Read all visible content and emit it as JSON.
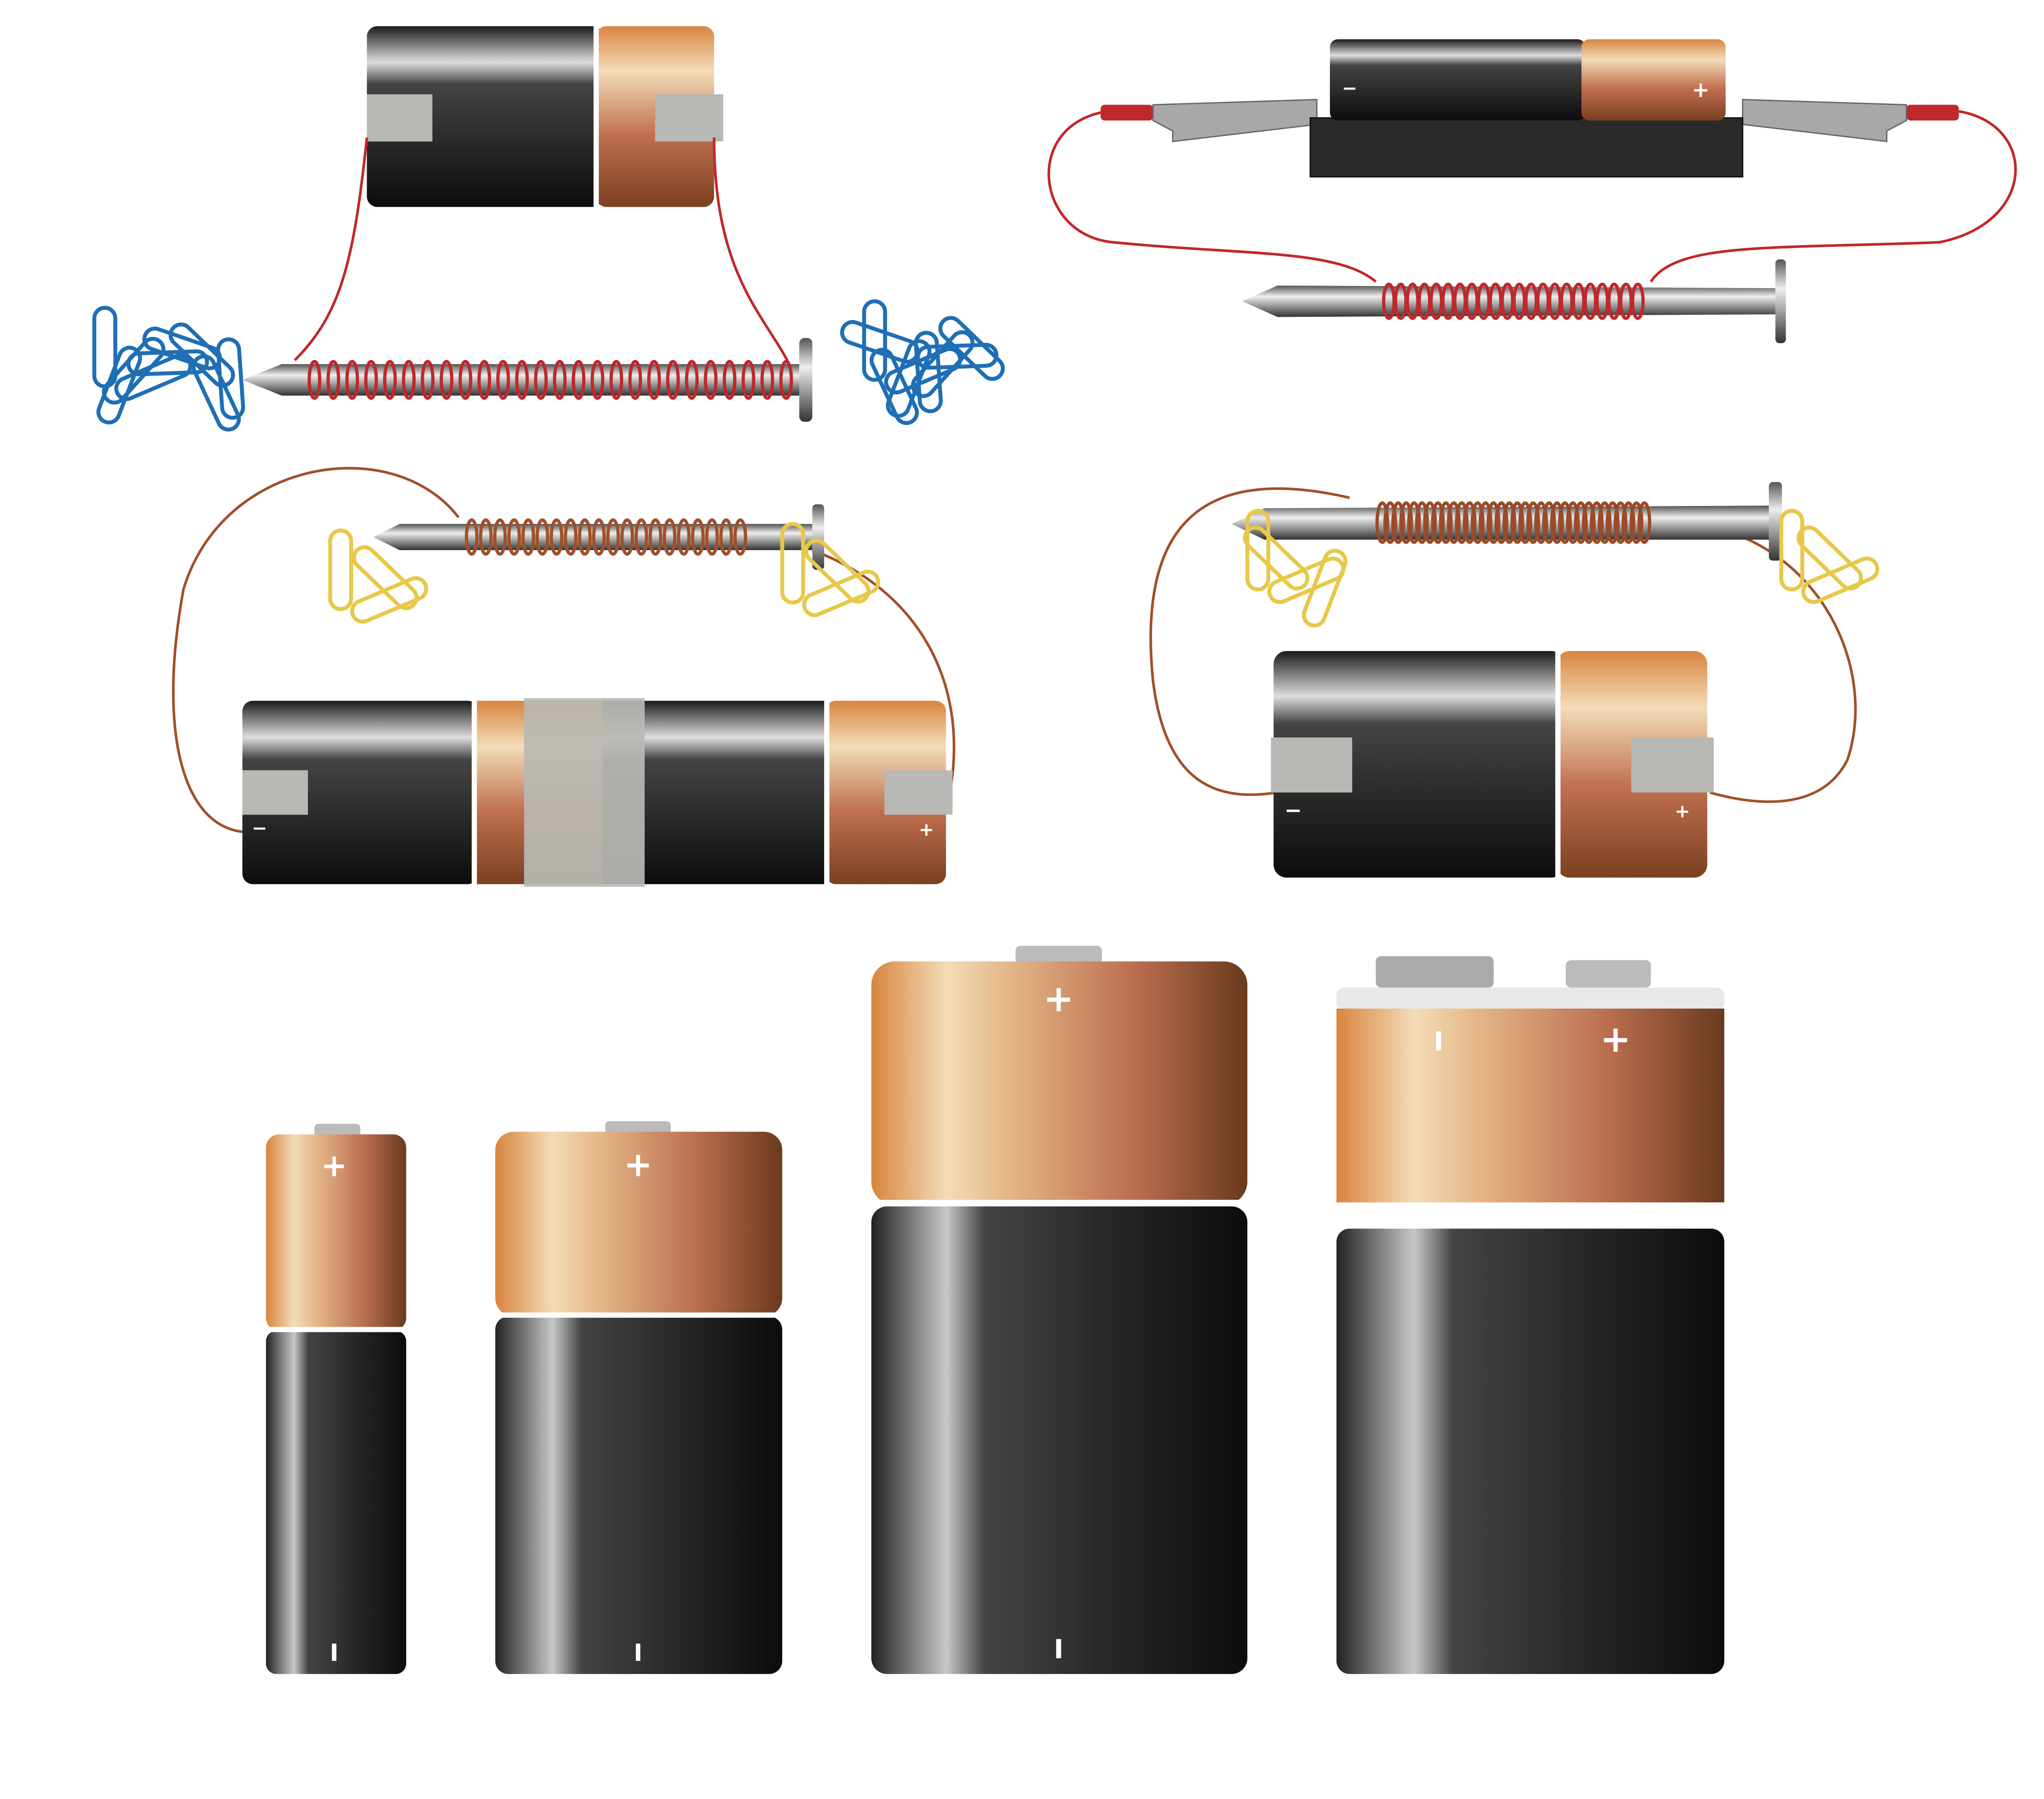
{
  "colors": {
    "background": "#ffffff",
    "copper_light": "#f3dcb8",
    "copper": "#d98a50",
    "copper_dark": "#6a3a1e",
    "battery_black": "#1c1c1c",
    "wire_red": "#c0282a",
    "wire_brown": "#a0502a",
    "clip_blue": "#1f6fb5",
    "clip_yellow": "#e8c84a",
    "tape_gray": "#b8b8b4"
  },
  "labels": {
    "positive": "+",
    "negative": "−",
    "negative_mark": "I"
  },
  "scenes": [
    {
      "name": "electromagnet-with-blue-paperclips"
    },
    {
      "name": "electromagnet-with-battery-holder"
    },
    {
      "name": "electromagnet-two-batteries-yellow-clips"
    },
    {
      "name": "electromagnet-single-battery-yellow-clips"
    },
    {
      "name": "battery-sizes-row",
      "items": [
        "AA",
        "C",
        "D",
        "9V"
      ]
    }
  ]
}
